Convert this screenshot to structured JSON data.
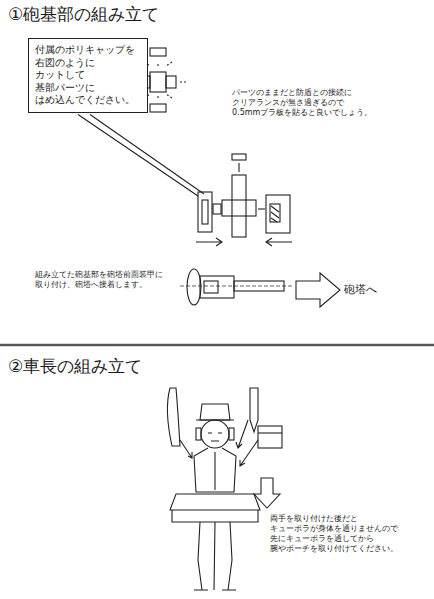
{
  "diagram": {
    "nodes": [
      {
        "text": [
          "付属のポリキャップを 右図のように カットして 基部パーツに はめ込んでください。"
        ]
      }
    ],
    "labels": [
      "①砲基部の組み立て",
      "パーツのままだと防盾との接続に クリアランスが無さ過ぎるので 0.5mmプラ板を貼ると良いでしょう。",
      "組み立てた砲基部を砲塔前面装甲に 取り付け、砲塔へ接着します。",
      "砲塔へ",
      "②車長の組み立て",
      "両手を取り付けた後だと キューポラが身体を通りませんので 先にキューポラを通してから 腕やポーチを取り付けてください。"
    ]
  }
}
